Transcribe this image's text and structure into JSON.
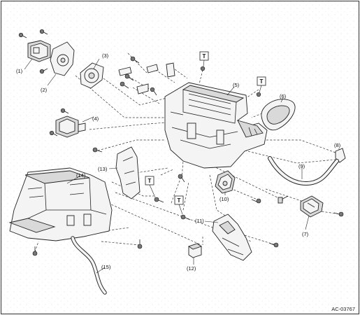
{
  "diagram": {
    "code": "AC-03767",
    "torque_marker": "T",
    "labels": {
      "p1": "(1)",
      "p2": "(2)",
      "p3": "(3)",
      "p4": "(4)",
      "p5": "(5)",
      "p6": "(6)",
      "p7": "(7)",
      "p8": "(8)",
      "p9": "(9)",
      "p10": "(10)",
      "p11": "(11)",
      "p12": "(12)",
      "p13": "(13)",
      "p14": "(14)",
      "p15": "(15)"
    }
  }
}
